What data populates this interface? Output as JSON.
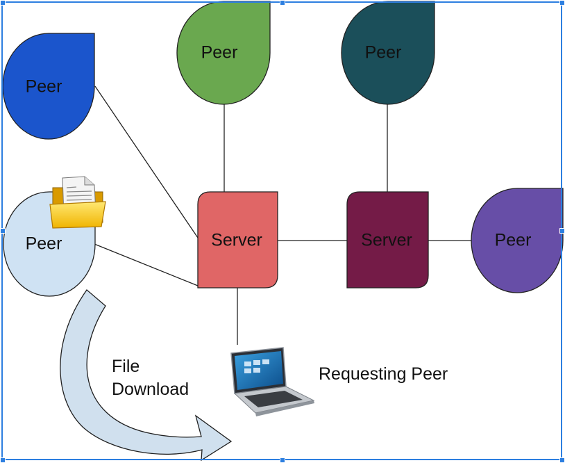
{
  "nodes": {
    "peer_blue": {
      "label": "Peer",
      "color": "#1b55cc"
    },
    "peer_green": {
      "label": "Peer",
      "color": "#6aa84f"
    },
    "peer_teal": {
      "label": "Peer",
      "color": "#1b4f5a"
    },
    "peer_light": {
      "label": "Peer",
      "color": "#cfe2f3"
    },
    "peer_purple": {
      "label": "Peer",
      "color": "#674ea7"
    },
    "server_left": {
      "label": "Server",
      "color": "#e06666"
    },
    "server_right": {
      "label": "Server",
      "color": "#741b47"
    }
  },
  "annotations": {
    "file_download": [
      "File",
      "Download"
    ],
    "requesting_peer": "Requesting Peer"
  },
  "icons": [
    "file-folder-icon",
    "laptop-icon",
    "curved-arrow-icon"
  ],
  "colors": {
    "arrow_fill": "#d0e0ee",
    "arrow_stroke": "#1f1f1f",
    "selection": "#2d7fe0"
  }
}
